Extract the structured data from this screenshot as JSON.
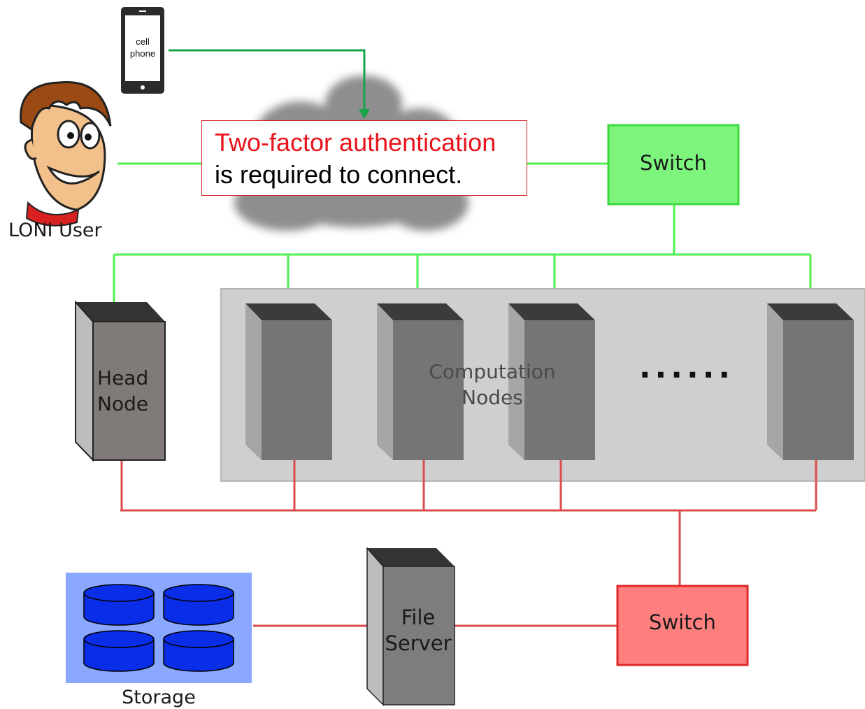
{
  "phone": {
    "label_line1": "cell",
    "label_line2": "phone"
  },
  "user": {
    "label": "LONI User"
  },
  "auth": {
    "line1": "Two-factor authentication",
    "line2": "is required to connect."
  },
  "switch_top": {
    "label": "Switch"
  },
  "head_node": {
    "line1": "Head",
    "line2": "Node"
  },
  "compute": {
    "line1": "Computation",
    "line2": "Nodes",
    "ellipsis": "......"
  },
  "storage": {
    "label": "Storage"
  },
  "file_server": {
    "line1": "File",
    "line2": "Server"
  },
  "switch_bottom": {
    "label": "Switch"
  },
  "colors": {
    "green_line": "#4ef04e",
    "phone_arrow": "#17a34a",
    "red_line": "#dd4c4c",
    "auth_red": "#e8141c",
    "storage_bg": "#8aa8ff",
    "disk": "#0a2ee8"
  }
}
